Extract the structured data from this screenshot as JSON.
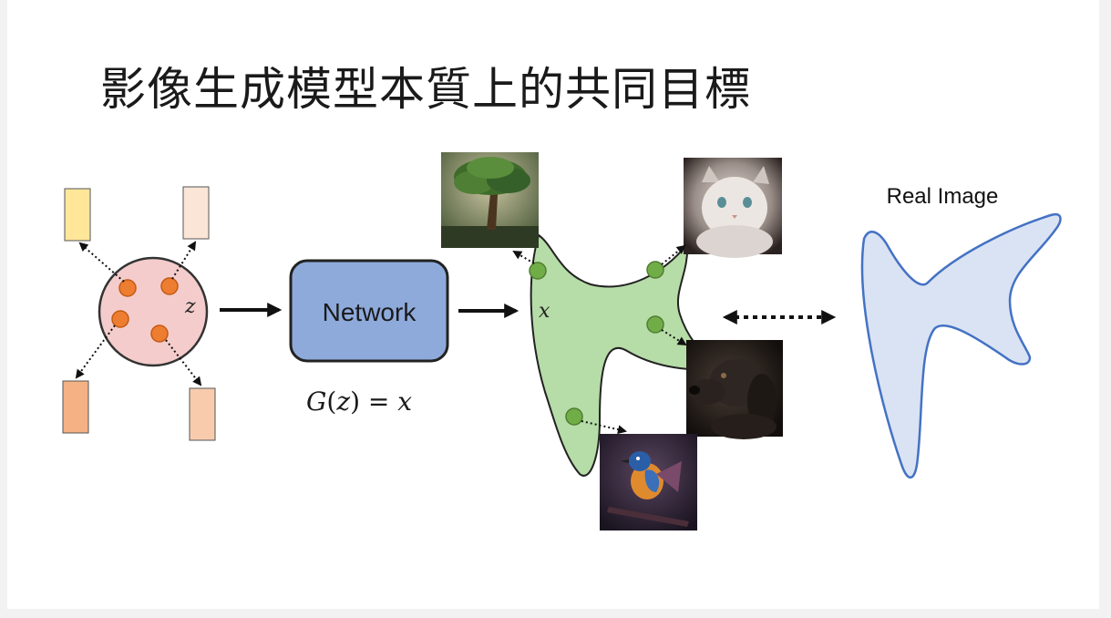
{
  "slide": {
    "title": "影像生成模型本質上的共同目標"
  },
  "latent": {
    "label": "z"
  },
  "network": {
    "label": "Network",
    "equation": {
      "lhs_fn": "G",
      "open": "(",
      "arg": "z",
      "close": ")",
      "eq": " = ",
      "rhs": "x"
    }
  },
  "generated": {
    "label": "x",
    "samples": [
      "tree",
      "cat",
      "dog",
      "bird"
    ]
  },
  "real": {
    "label": "Real Image"
  },
  "colors": {
    "latent_circle": "#f4cccc",
    "latent_points": "#ed7d31",
    "network_box": "#8eaadb",
    "generated_shape": "#b6dca7",
    "generated_points": "#70ad47",
    "real_shape": "#dae3f3",
    "real_outline": "#4472c4",
    "vec_yellow": "#ffe699",
    "vec_pink": "#fbe5d6",
    "vec_orange": "#f4b183",
    "vec_peach": "#f8cbad"
  },
  "icons": [
    "tree-image",
    "cat-image",
    "dog-image",
    "bird-image",
    "arrow-right-icon",
    "double-arrow-icon"
  ]
}
